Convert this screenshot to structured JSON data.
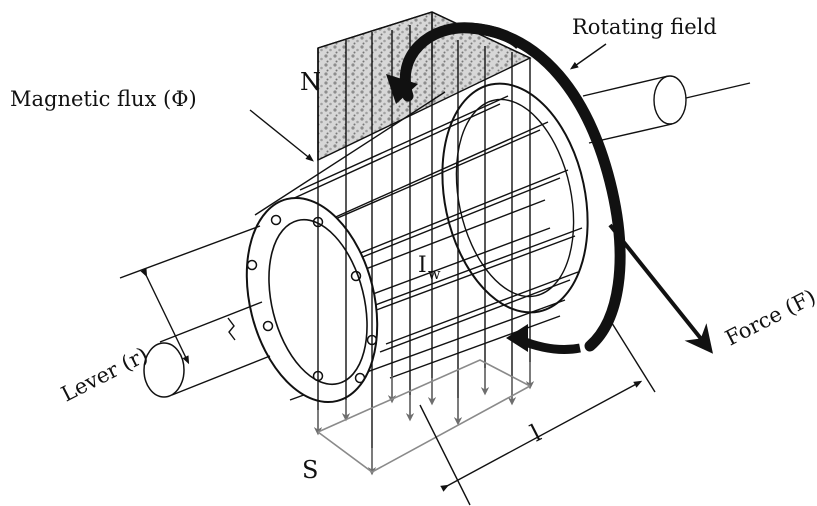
{
  "labels": {
    "rotating_field": "Rotating field",
    "magnetic_flux": "Magnetic flux (Φ)",
    "north": "N",
    "south": "S",
    "lever": "Lever (r)",
    "force": "Force (F)",
    "current_main": "I",
    "current_sub": "w",
    "length": "l"
  },
  "colors": {
    "ink": "#111111",
    "flux_arrow": "#6e6e6e",
    "magnet_fill": "#b9b9b9"
  }
}
